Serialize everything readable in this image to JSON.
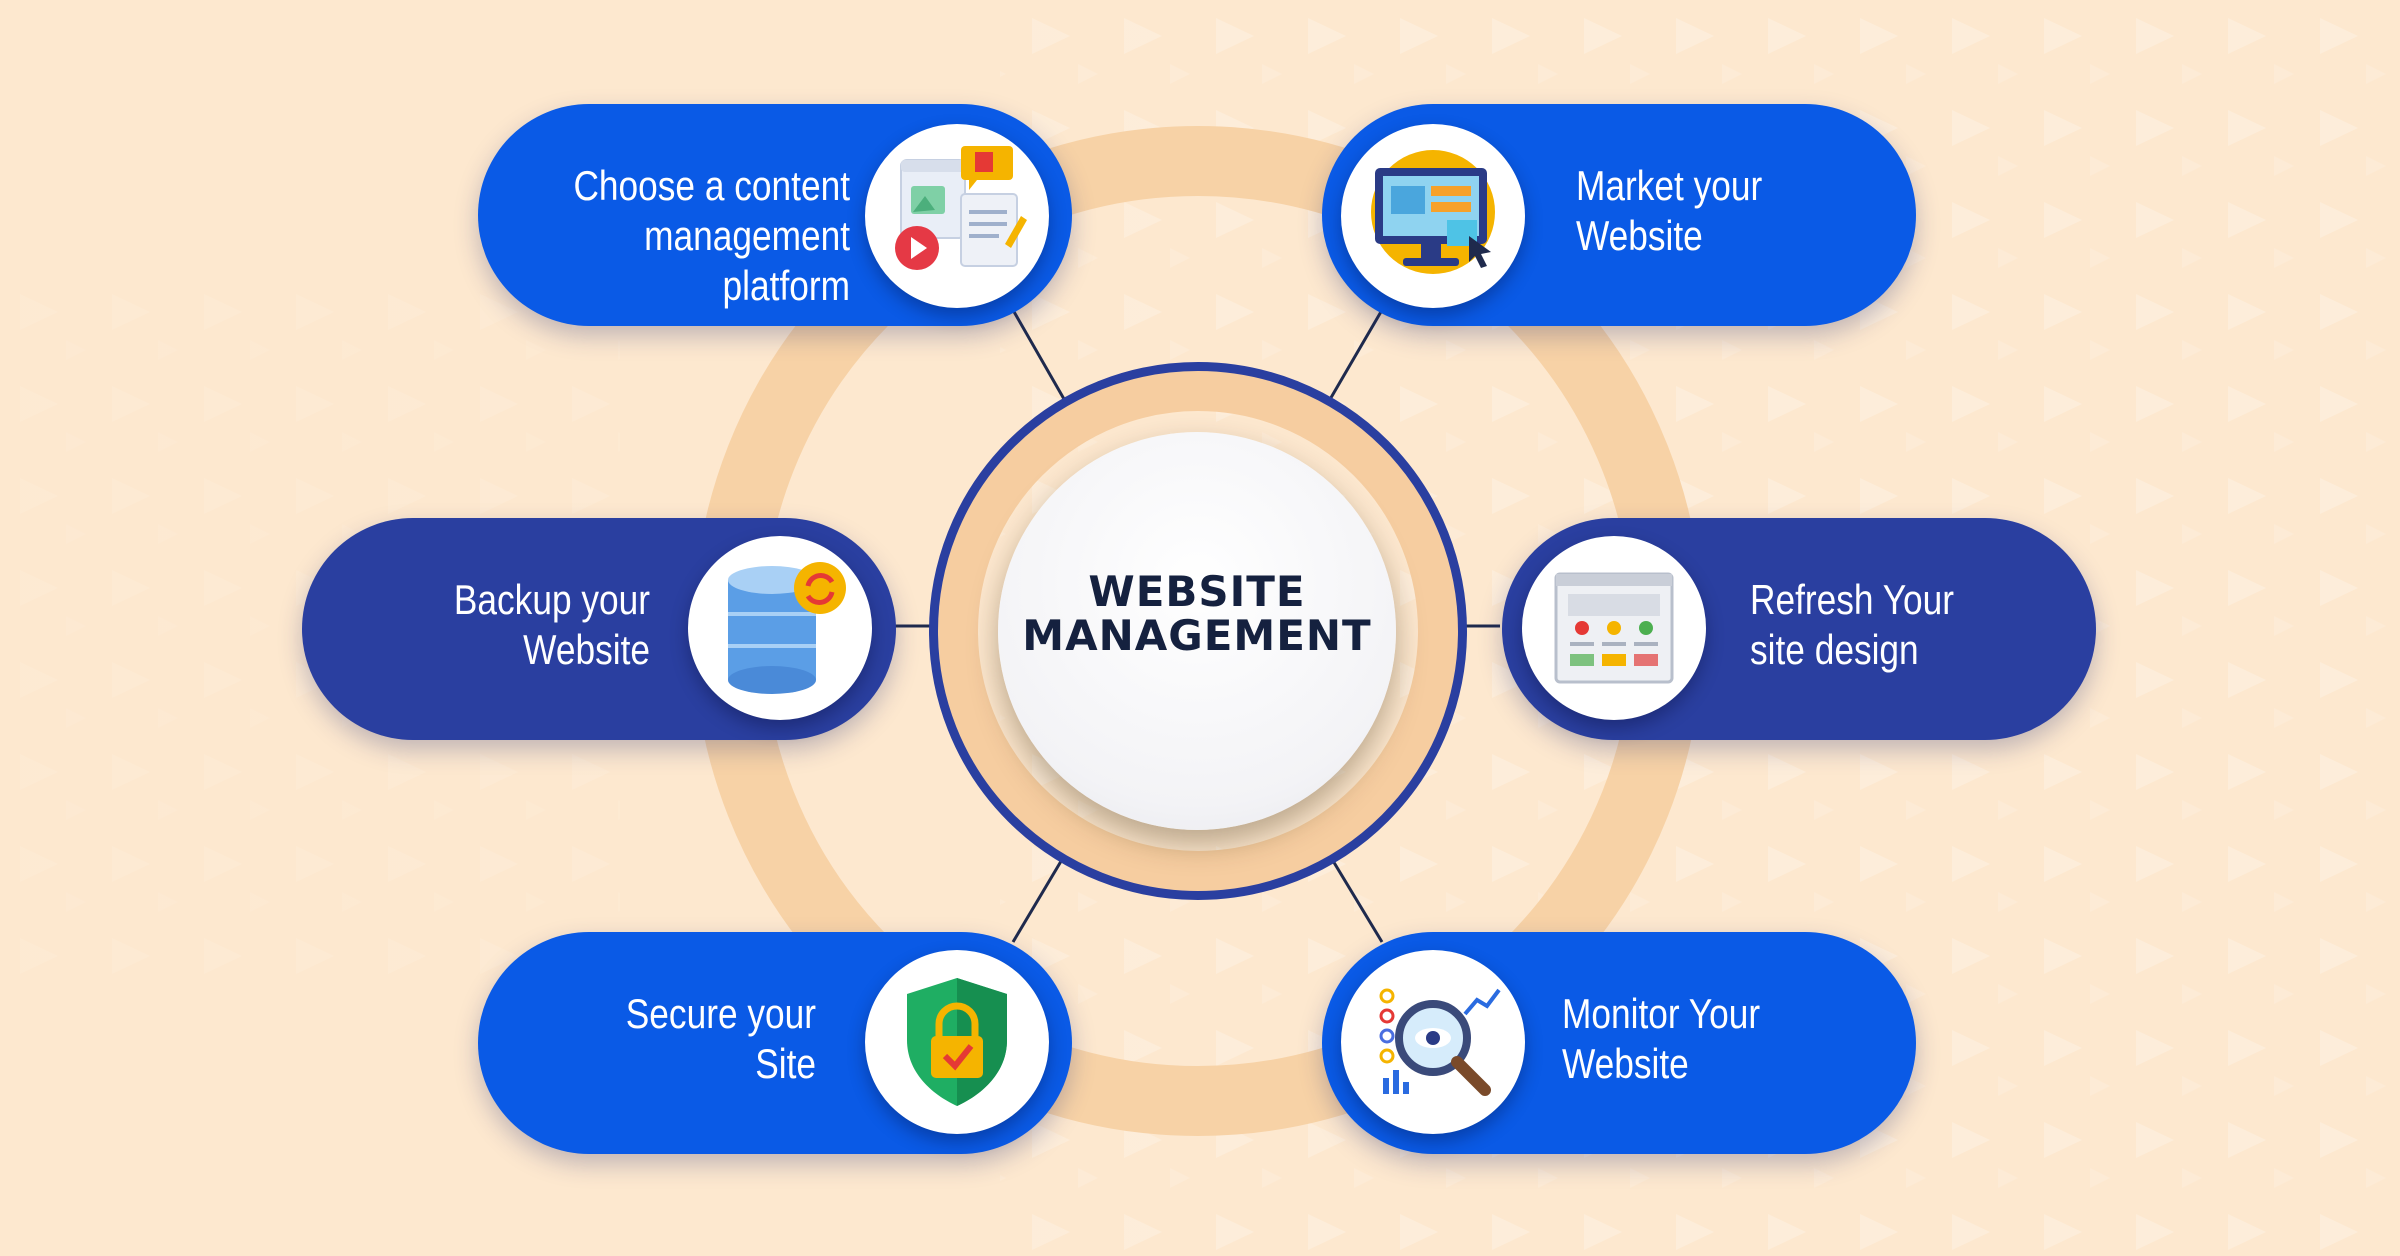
{
  "center": {
    "title": "WEBSITE\nMANAGEMENT"
  },
  "steps": {
    "cms": {
      "label": "Choose a content\nmanagement platform",
      "icon": "content-management-icon"
    },
    "market": {
      "label": "Market your\nWebsite",
      "icon": "monitor-marketing-icon"
    },
    "backup": {
      "label": "Backup your\nWebsite",
      "icon": "database-sync-icon"
    },
    "refresh": {
      "label": "Refresh Your\nsite design",
      "icon": "site-layout-icon"
    },
    "secure": {
      "label": "Secure your\nSite",
      "icon": "shield-lock-icon"
    },
    "monitor": {
      "label": "Monitor Your\nWebsite",
      "icon": "magnifier-analytics-icon"
    }
  },
  "colors": {
    "background": "#fde8cf",
    "ring": "#f7d2a6",
    "pill_bright": "#0a5ae6",
    "pill_navy": "#2a3fa0",
    "hub_ring": "#2a3fa0",
    "hub_text": "#15213f"
  }
}
